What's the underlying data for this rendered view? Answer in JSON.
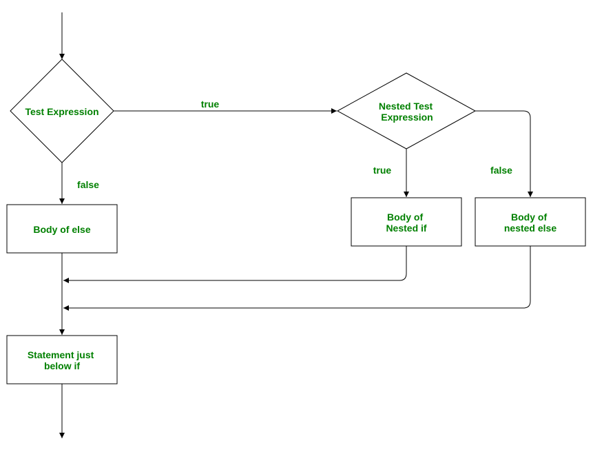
{
  "colors": {
    "text": "#008000",
    "stroke": "#000000",
    "background": "#ffffff"
  },
  "nodes": {
    "test_expression": {
      "lines": [
        "Test Expression"
      ]
    },
    "nested_test_expression": {
      "lines": [
        "Nested Test",
        "Expression"
      ]
    },
    "body_of_else": {
      "lines": [
        "Body of else"
      ]
    },
    "body_of_nested_if": {
      "lines": [
        "Body of",
        "Nested if"
      ]
    },
    "body_of_nested_else": {
      "lines": [
        "Body of",
        "nested else"
      ]
    },
    "statement_below_if": {
      "lines": [
        "Statement just",
        "below if"
      ]
    }
  },
  "edges": {
    "test_to_nested": "true",
    "test_to_else": "false",
    "nested_to_if": "true",
    "nested_to_else": "false"
  }
}
